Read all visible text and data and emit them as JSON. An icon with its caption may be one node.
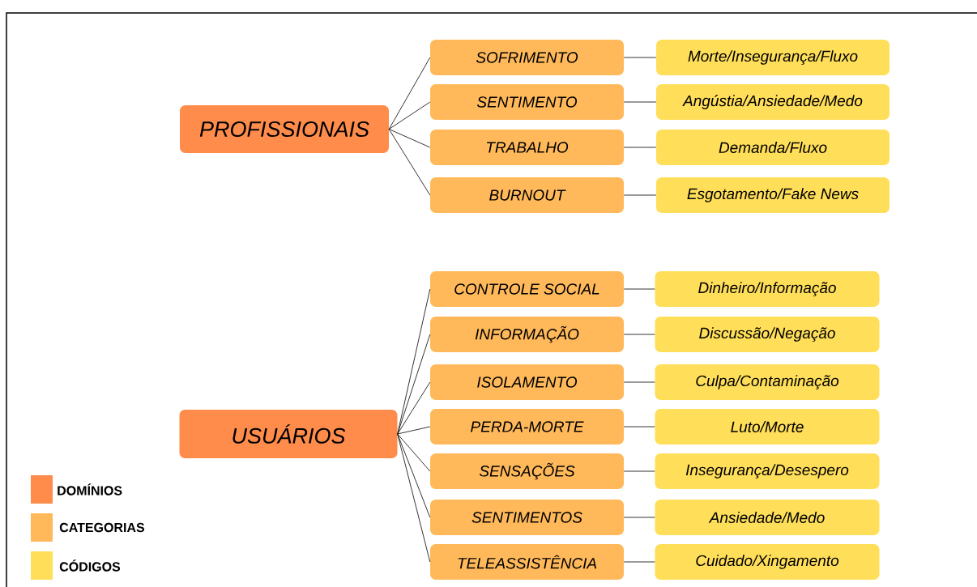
{
  "diagram": {
    "nodes": [
      {
        "text": [
          "PROFISSIONAIS"
        ]
      },
      {
        "text": [
          "SOFRIMENTO"
        ]
      },
      {
        "text": [
          "SENTIMENTO"
        ]
      },
      {
        "text": [
          "TRABALHO"
        ]
      },
      {
        "text": [
          "BURNOUT"
        ]
      },
      {
        "text": [
          "Morte/Insegurança/Fluxo"
        ]
      },
      {
        "text": [
          "Angústia/Ansiedade/Medo"
        ]
      },
      {
        "text": [
          "Demanda/Fluxo"
        ]
      },
      {
        "text": [
          "Esgotamento/Fake News"
        ]
      },
      {
        "text": [
          "USUÁRIOS"
        ]
      },
      {
        "text": [
          "CONTROLE SOCIAL"
        ]
      },
      {
        "text": [
          "INFORMAÇÃO"
        ]
      },
      {
        "text": [
          "ISOLAMENTO"
        ]
      },
      {
        "text": [
          "PERDA-MORTE"
        ]
      },
      {
        "text": [
          "SENSAÇÕES"
        ]
      },
      {
        "text": [
          "SENTIMENTOS"
        ]
      },
      {
        "text": [
          "TELEASSISTÊNCIA"
        ]
      },
      {
        "text": [
          "Dinheiro/Informação"
        ]
      },
      {
        "text": [
          "Discussão/Negação"
        ]
      },
      {
        "text": [
          "Culpa/Contaminação"
        ]
      },
      {
        "text": [
          "Luto/Morte"
        ]
      },
      {
        "text": [
          "Insegurança/Desespero"
        ]
      },
      {
        "text": [
          "Ansiedade/Medo"
        ]
      },
      {
        "text": [
          "Cuidado/Xingamento"
        ]
      }
    ],
    "edges": [
      {
        "from": 0,
        "to": 1,
        "arrow": "none"
      },
      {
        "from": 0,
        "to": 2,
        "arrow": "none"
      },
      {
        "from": 0,
        "to": 3,
        "arrow": "none"
      },
      {
        "from": 0,
        "to": 4,
        "arrow": "none"
      },
      {
        "from": 1,
        "to": 5,
        "arrow": "none"
      },
      {
        "from": 2,
        "to": 6,
        "arrow": "none"
      },
      {
        "from": 3,
        "to": 7,
        "arrow": "none"
      },
      {
        "from": 4,
        "to": 8,
        "arrow": "none"
      },
      {
        "from": 9,
        "to": 10,
        "arrow": "none"
      },
      {
        "from": 9,
        "to": 11,
        "arrow": "none"
      },
      {
        "from": 9,
        "to": 12,
        "arrow": "none"
      },
      {
        "from": 9,
        "to": 13,
        "arrow": "none"
      },
      {
        "from": 9,
        "to": 14,
        "arrow": "none"
      },
      {
        "from": 9,
        "to": 15,
        "arrow": "none"
      },
      {
        "from": 9,
        "to": 16,
        "arrow": "none"
      },
      {
        "from": 10,
        "to": 17,
        "arrow": "none"
      },
      {
        "from": 11,
        "to": 18,
        "arrow": "none"
      },
      {
        "from": 12,
        "to": 19,
        "arrow": "none"
      },
      {
        "from": 13,
        "to": 20,
        "arrow": "none"
      },
      {
        "from": 14,
        "to": 21,
        "arrow": "none"
      },
      {
        "from": 15,
        "to": 22,
        "arrow": "none"
      },
      {
        "from": 16,
        "to": 23,
        "arrow": "none"
      }
    ],
    "legend": [
      {
        "text": "DOMÍNIOS",
        "color": "#ff8c4b"
      },
      {
        "text": "CATEGORIAS",
        "color": "#ffb95a"
      },
      {
        "text": "CÓDIGOS",
        "color": "#ffde59"
      }
    ]
  }
}
